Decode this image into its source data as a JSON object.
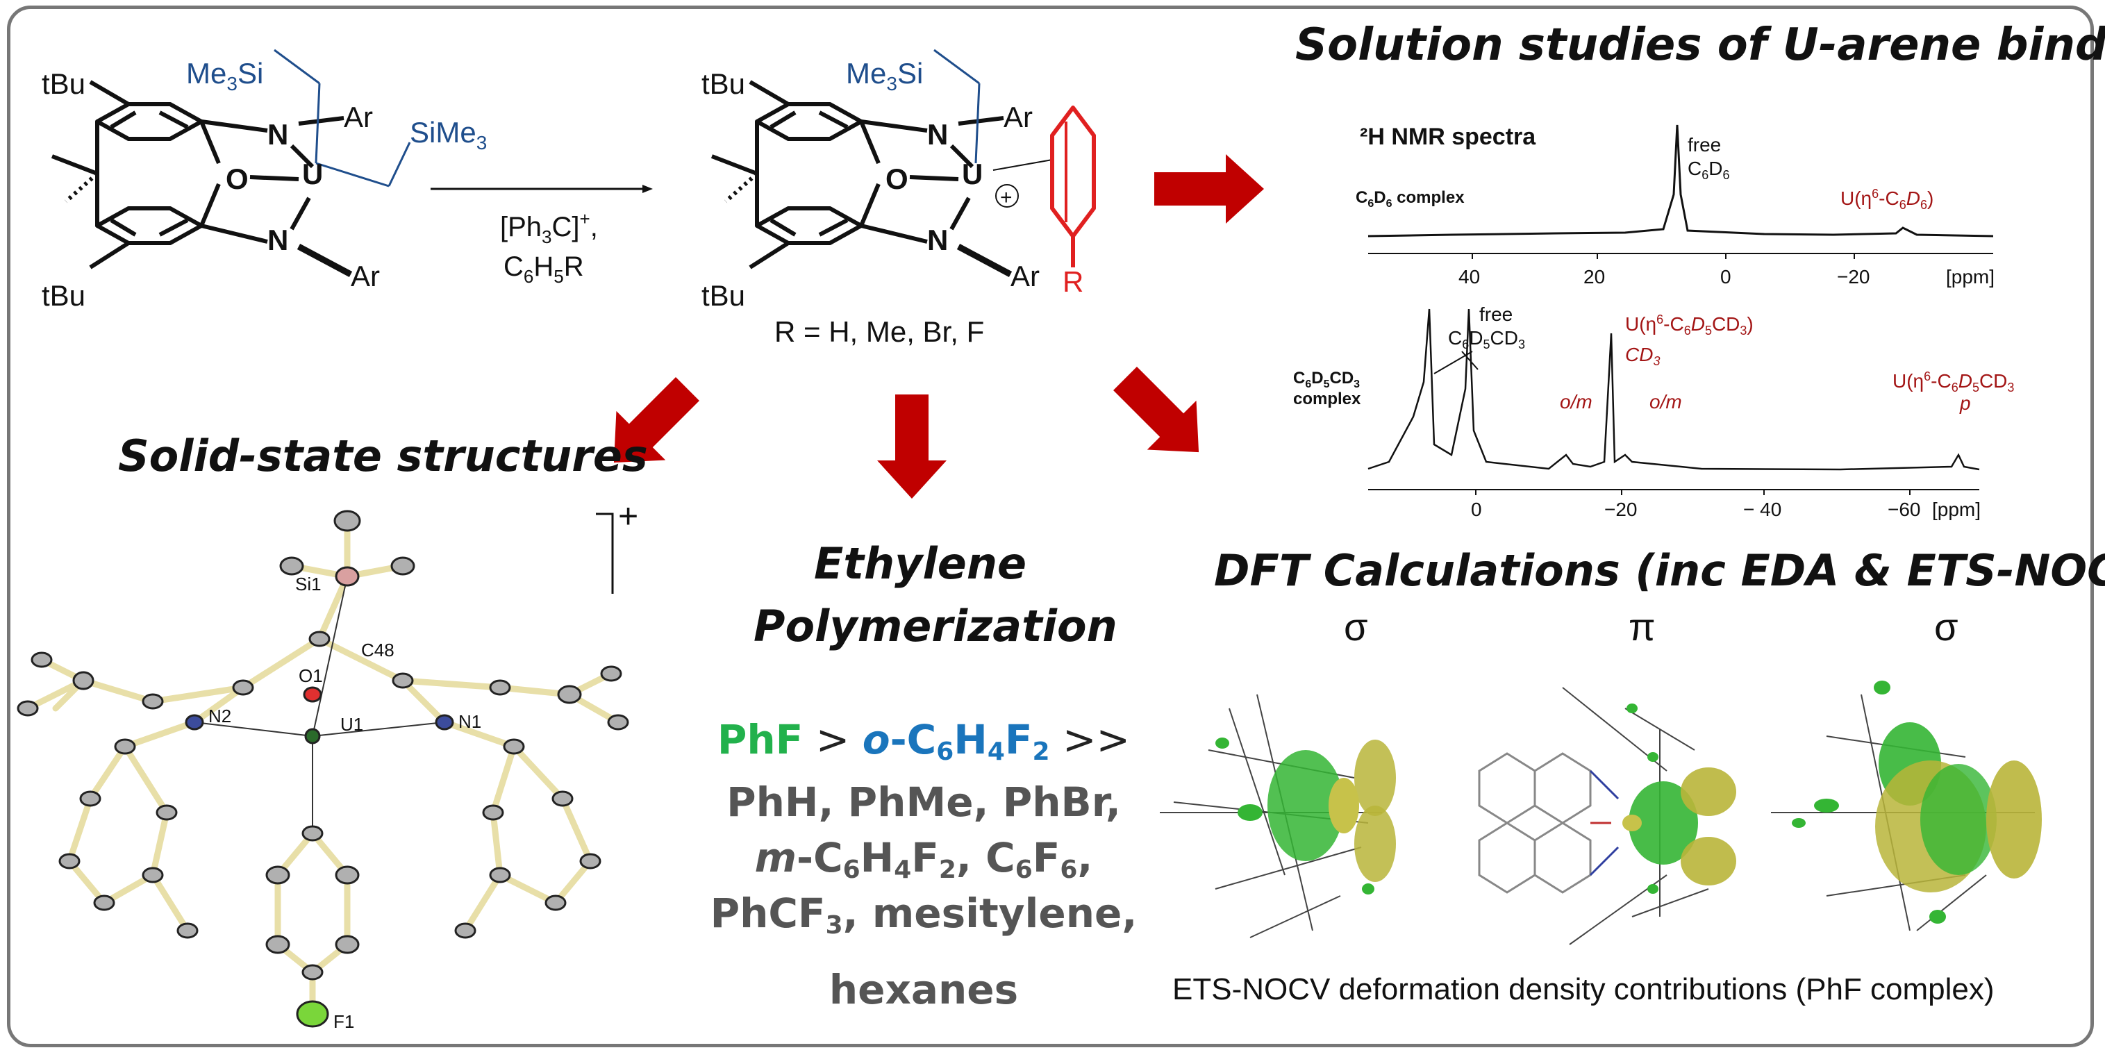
{
  "headings": {
    "solution": "Solution studies of U-arene binding",
    "solid": "Solid-state structures",
    "ethylene_line1": "Ethylene",
    "ethylene_line2": "Polymerization",
    "dft": "DFT Calculations (inc EDA & ETS-NOCV)"
  },
  "reaction": {
    "tBu": "tBu",
    "Ar": "Ar",
    "N": "N",
    "O": "O",
    "U": "U",
    "Me3Si": "Me3Si",
    "SiMe3": "SiMe3",
    "reagent1": "[Ph3C]+,",
    "reagent2": "C6H5R",
    "R": "R",
    "r_groups": "R = H, Me, Br, F",
    "charge": "+"
  },
  "nmr1": {
    "title": "2H NMR spectra",
    "label": "C6D6 complex",
    "free_label1": "free",
    "free_label2": "C6D6",
    "bound_label": "U(η6-C6D6)",
    "ticks": [
      "40",
      "20",
      "0",
      "−20"
    ],
    "unit": "[ppm]"
  },
  "nmr2": {
    "label1": "C6D5CD3",
    "label2": "complex",
    "free_label1": "free",
    "free_label2": "C6D5CD3",
    "bound_label": "U(η6-C6D5CD3)",
    "cd3": "CD3",
    "om1": "o/m",
    "om2": "o/m",
    "p_label1": "U(η6-C6D5CD3)",
    "p_label2": "p",
    "ticks": [
      "0",
      "−20",
      "− 40",
      "−60"
    ],
    "unit": "[ppm]"
  },
  "crystal": {
    "Si1": "Si1",
    "C48": "C48",
    "O1": "O1",
    "N2": "N2",
    "U1": "U1",
    "N1": "N1",
    "F1": "F1",
    "charge": "+"
  },
  "polymerization": {
    "PhF": "PhF",
    "gt": " > ",
    "oC6H4F2": "o-C6H4F2",
    "gtgt": " >>",
    "line2": "PhH, PhMe, PhBr,",
    "line3": "m-C6H4F2, C6F6,",
    "line4": "PhCF3, mesitylene,",
    "line5": "hexanes"
  },
  "dft": {
    "labels": [
      "σ",
      "π",
      "σ"
    ],
    "caption": "ETS-NOCV deformation density contributions (PhF complex)"
  },
  "colors": {
    "arrow": "#c00000",
    "si_blue": "#1f4e8c",
    "arene_red": "#e02020",
    "nmr_red": "#a31515",
    "phf_green": "#22b14c",
    "difluoro_blue": "#1a75bc"
  }
}
